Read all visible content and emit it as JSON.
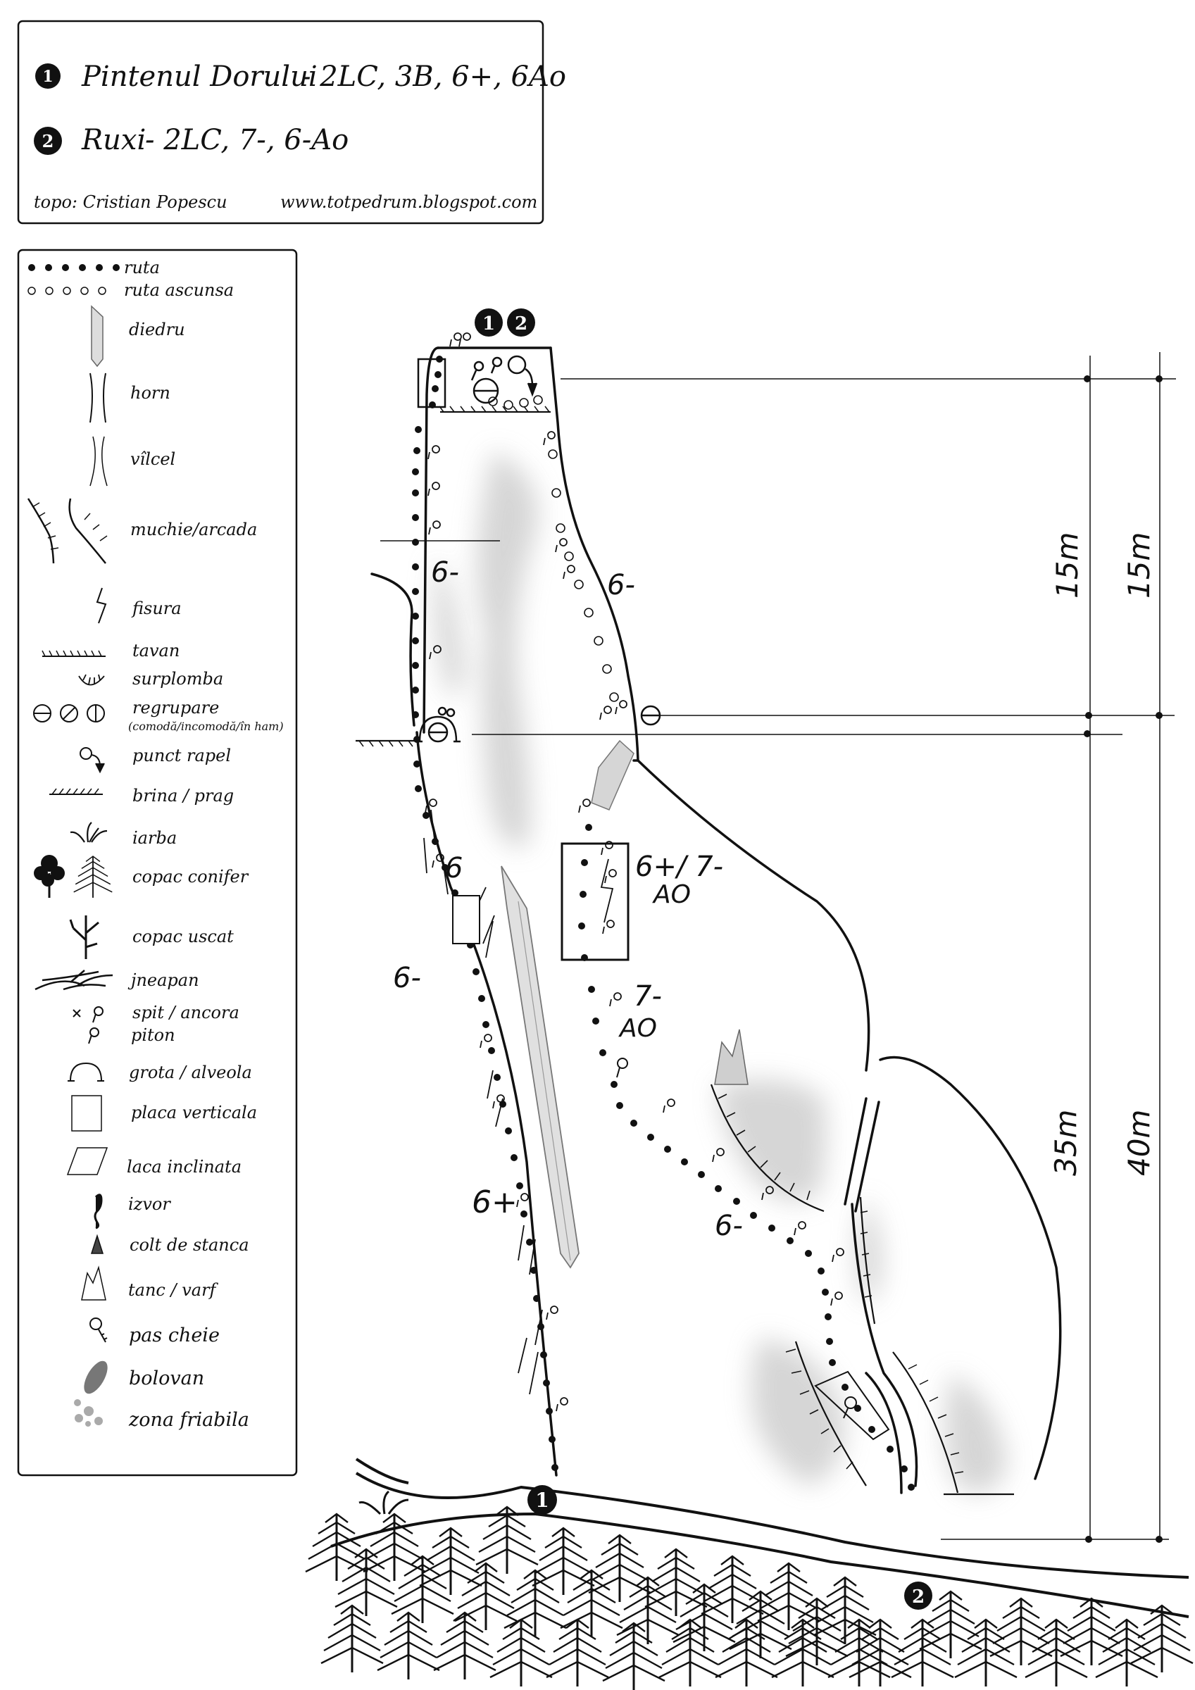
{
  "header": {
    "route1": {
      "num": "1",
      "name": "Pintenul Dorului",
      "grades": "- 2LC, 3B, 6+, 6Ao"
    },
    "route2": {
      "num": "2",
      "name": "Ruxi",
      "grades": "- 2LC, 7-, 6-Ao"
    },
    "credit": "topo: Cristian Popescu",
    "website": "www.totpedrum.blogspot.com"
  },
  "legend": {
    "items": [
      {
        "id": "ruta",
        "label": "ruta"
      },
      {
        "id": "ruta-ascunsa",
        "label": "ruta ascunsa"
      },
      {
        "id": "diedru",
        "label": "diedru"
      },
      {
        "id": "horn",
        "label": "horn"
      },
      {
        "id": "vilcel",
        "label": "vîlcel"
      },
      {
        "id": "muchie",
        "label": "muchie/arcada"
      },
      {
        "id": "fisura",
        "label": "fisura"
      },
      {
        "id": "tavan",
        "label": "tavan"
      },
      {
        "id": "surplomba",
        "label": "surplomba"
      },
      {
        "id": "regrupare",
        "label": "regrupare"
      },
      {
        "id": "punct-rapel",
        "label": "punct rapel"
      },
      {
        "id": "brina",
        "label": "brina / prag"
      },
      {
        "id": "iarba",
        "label": "iarba"
      },
      {
        "id": "copac",
        "label": "copac  conifer"
      },
      {
        "id": "copac-uscat",
        "label": "copac uscat"
      },
      {
        "id": "jneapan",
        "label": "jneapan"
      },
      {
        "id": "spit",
        "label": "spit / ancora"
      },
      {
        "id": "piton",
        "label": "piton"
      },
      {
        "id": "grota",
        "label": "grota / alveola"
      },
      {
        "id": "placa-verticala",
        "label": "placa verticala"
      },
      {
        "id": "laca-inclinata",
        "label": "laca inclinata"
      },
      {
        "id": "izvor",
        "label": "izvor"
      },
      {
        "id": "colt",
        "label": "colt de stanca"
      },
      {
        "id": "tanc",
        "label": "tanc / varf"
      },
      {
        "id": "pas-cheie",
        "label": "pas cheie"
      },
      {
        "id": "bolovan",
        "label": "bolovan"
      },
      {
        "id": "zona-friabila",
        "label": "zona friabila"
      }
    ],
    "regrupare_note": "(comodă/incomodă/în ham)"
  },
  "grades": {
    "g1": "6-",
    "g2": "6-",
    "g3": "6",
    "g4": "6-",
    "g5": "6+/ 7-",
    "g5b": "AO",
    "g6": "7-",
    "g6b": "AO",
    "g7": "6+",
    "g8": "6-"
  },
  "dimensions": {
    "d1": "15m",
    "d2": "15m",
    "d3": "35m",
    "d4": "40m"
  },
  "route_markers": {
    "top1": "1",
    "top2": "2",
    "base1": "1",
    "base2": "2"
  },
  "colors": {
    "ink": "#111111",
    "rock_shade": "#cfcfcf",
    "diedru_fill": "#d9d9d9"
  }
}
